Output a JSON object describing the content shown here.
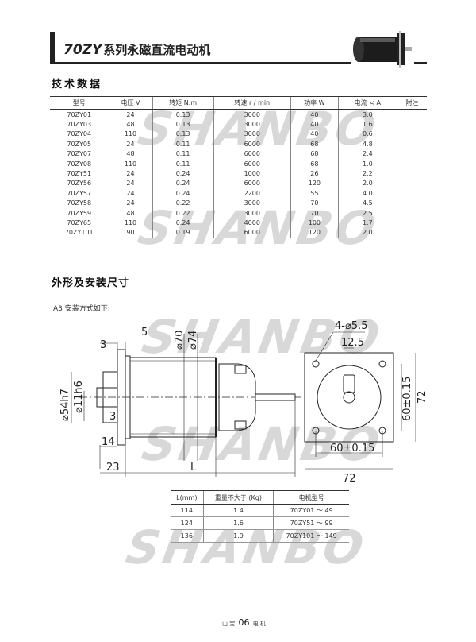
{
  "header": {
    "model": "70ZY",
    "title": "系列永磁直流电动机"
  },
  "sections": {
    "tech_data": "技术数据",
    "dimensions": "外形及安装尺寸"
  },
  "watermark": "SHANBO",
  "spec_table": {
    "columns": [
      "型号",
      "电压 V",
      "转矩 N.m",
      "转速 r / min",
      "功率 W",
      "电流 < A",
      "附注"
    ],
    "rows": [
      [
        "70ZY01",
        "24",
        "0.13",
        "3000",
        "40",
        "3.0",
        ""
      ],
      [
        "70ZY03",
        "48",
        "0.13",
        "3000",
        "40",
        "1.6",
        ""
      ],
      [
        "70ZY04",
        "110",
        "0.13",
        "3000",
        "40",
        "0.6",
        ""
      ],
      [
        "70ZY05",
        "24",
        "0.11",
        "6000",
        "68",
        "4.8",
        ""
      ],
      [
        "70ZY07",
        "48",
        "0.11",
        "6000",
        "68",
        "2.4",
        ""
      ],
      [
        "70ZY08",
        "110",
        "0.11",
        "6000",
        "68",
        "1.0",
        ""
      ],
      [
        "70ZY51",
        "24",
        "0.24",
        "1000",
        "26",
        "2.2",
        ""
      ],
      [
        "70ZY56",
        "24",
        "0.24",
        "6000",
        "120",
        "2.0",
        ""
      ],
      [
        "70ZY57",
        "24",
        "0.24",
        "2200",
        "55",
        "4.0",
        ""
      ],
      [
        "70ZY58",
        "24",
        "0.22",
        "3000",
        "70",
        "4.5",
        ""
      ],
      [
        "70ZY59",
        "48",
        "0.22",
        "3000",
        "70",
        "2.5",
        ""
      ],
      [
        "70ZY65",
        "110",
        "0.24",
        "4000",
        "100",
        "1.7",
        ""
      ],
      [
        "70ZY101",
        "90",
        "0.19",
        "6000",
        "120",
        "2.0",
        ""
      ]
    ]
  },
  "mount_note": "A3 安装方式如下:",
  "drawing": {
    "d5": "5",
    "d3a": "3",
    "d70": "⌀70",
    "d74": "⌀74",
    "d54": "⌀54h7",
    "d11": "⌀11h6",
    "d3b": "3",
    "d14": "14",
    "d23": "23",
    "dL": "L",
    "holes": "4-⌀5.5",
    "d125": "12.5",
    "d60v": "60±0.15",
    "d72v": "72",
    "d60h": "60±0.15",
    "d72h": "72"
  },
  "dim_table": {
    "columns": [
      "L(mm)",
      "重量不大于 (Kg)",
      "电机型号"
    ],
    "rows": [
      [
        "114",
        "1.4",
        "70ZY01 ～ 49"
      ],
      [
        "124",
        "1.6",
        "70ZY51 ～ 99"
      ],
      [
        "136",
        "1.9",
        "70ZY101 ～ 149"
      ]
    ]
  },
  "footer": {
    "left": "山 宝",
    "page": "06",
    "right": "电 机"
  }
}
